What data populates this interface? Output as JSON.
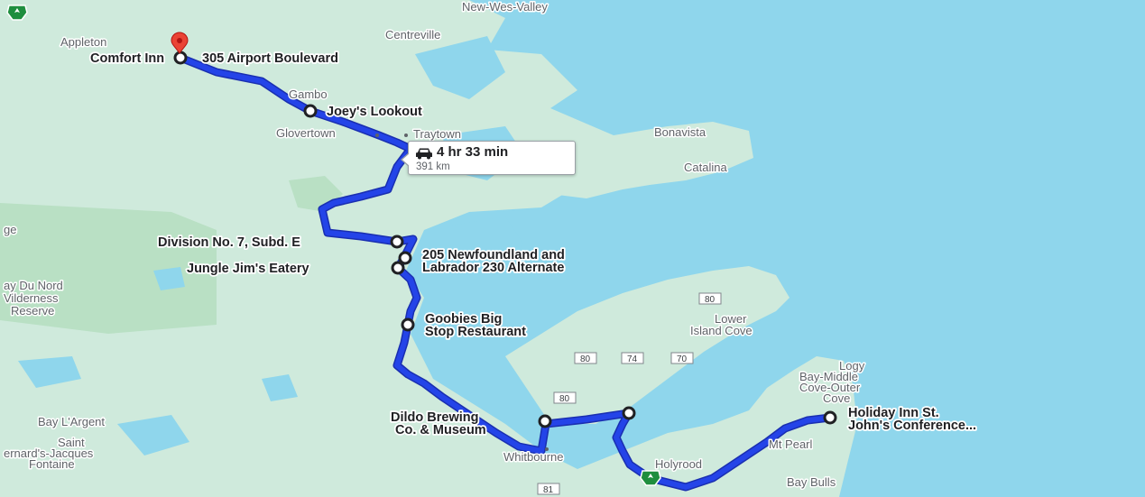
{
  "map": {
    "colors": {
      "water": "#8fd6ec",
      "land": "#cfeadc",
      "park": "#b9e0c4",
      "route": "#2444e8",
      "route_outline": "#1a2fb0"
    },
    "places": {
      "new_wes_valley": "New-Wes-Valley",
      "appleton": "Appleton",
      "centreville": "Centreville",
      "gambo": "Gambo",
      "glovertown": "Glovertown",
      "traytown": "Traytown",
      "bonavista": "Bonavista",
      "catalina": "Catalina",
      "ge": "ge",
      "bay_du_nord_1": "ay Du Nord",
      "bay_du_nord_2": "Vilderness",
      "bay_du_nord_3": "Reserve",
      "lower_island_cove_1": "Lower",
      "lower_island_cove_2": "Island Cove",
      "logy_1": "Logy",
      "logy_2": "Bay-Middle",
      "logy_3": "Cove-Outer",
      "logy_4": "Cove",
      "mt_pearl": "Mt Pearl",
      "holyrood": "Holyrood",
      "whitbourne": "Whitbourne",
      "bay_bulls": "Bay Bulls",
      "bay_largent": "Bay L'Argent",
      "saint_1": "Saint",
      "saint_2": "ernard's-Jacques",
      "saint_3": "Fontaine"
    },
    "shields": {
      "r80a": "80",
      "r80b": "80",
      "r74": "74",
      "r70": "70",
      "r80c": "80",
      "r81": "81"
    },
    "waypoints": {
      "comfort_inn": "Comfort Inn",
      "airport_blvd": "305 Airport Boulevard",
      "joeys_lookout": "Joey's Lookout",
      "division": "Division No. 7, Subd. E",
      "nl_230_line1": "205 Newfoundland and",
      "nl_230_line2": "Labrador 230 Alternate",
      "jungle_jims": "Jungle Jim's Eatery",
      "goobies_line1": "Goobies Big",
      "goobies_line2": "Stop Restaurant",
      "dildo_line1": "Dildo Brewing",
      "dildo_line2": "Co. & Museum",
      "holiday_line1": "Holiday Inn St.",
      "holiday_line2": "John's Conference..."
    },
    "route": {
      "duration": "4 hr 33 min",
      "distance": "391 km"
    },
    "icons": {
      "origin": "map-pin-icon",
      "vehicle": "car-icon",
      "highway": "tch-shield-icon"
    }
  }
}
